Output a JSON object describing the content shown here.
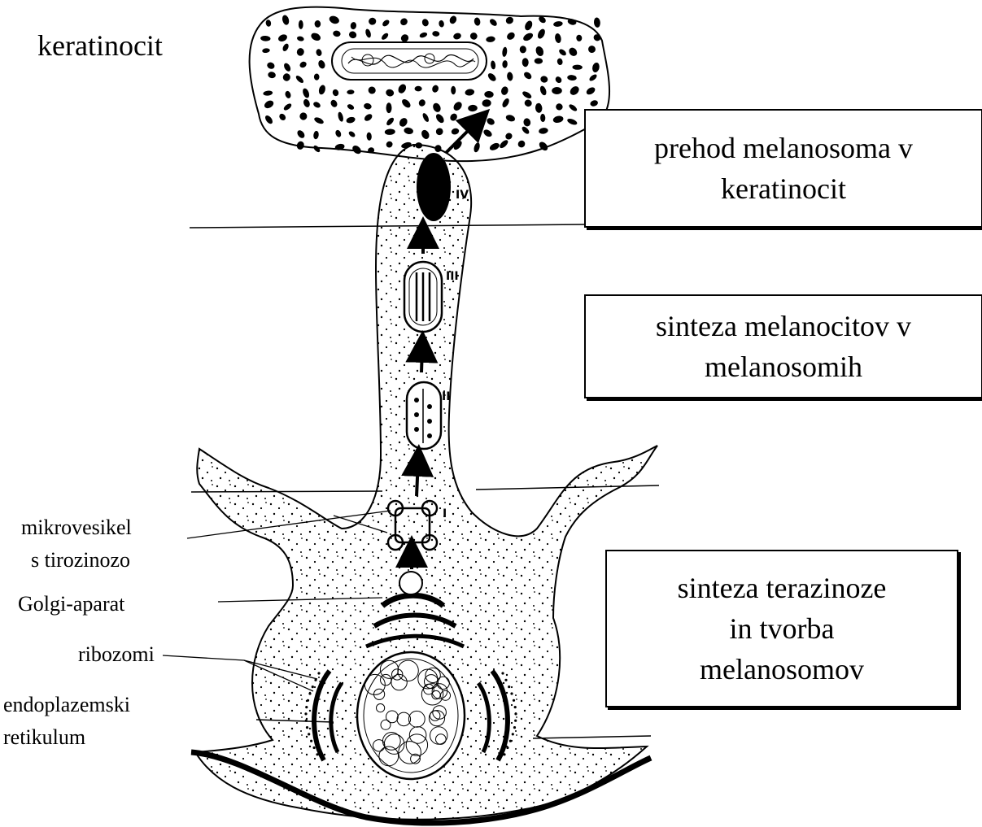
{
  "labels": {
    "keratinocyte": "keratinocit",
    "microvesicle_line1": "mikrovesikel",
    "microvesicle_line2": "s tirozinozo",
    "golgi": "Golgi-aparat",
    "ribosomes": "ribozomi",
    "er_line1": "endoplazemski",
    "er_line2": "retikulum"
  },
  "boxes": {
    "transfer": {
      "line1": "prehod melanosoma v",
      "line2": "keratinocit"
    },
    "synthesis_melanin": {
      "line1": "sinteza  melanocitov v",
      "line2": "melanosomih"
    },
    "synthesis_tyrosinase": {
      "line1": "sinteza terazinoze",
      "line2": "in tvorba",
      "line3": "melanosomov"
    }
  },
  "stages": [
    "I",
    "II",
    "III",
    "IV"
  ],
  "colors": {
    "ink": "#000000",
    "paper": "#ffffff"
  }
}
